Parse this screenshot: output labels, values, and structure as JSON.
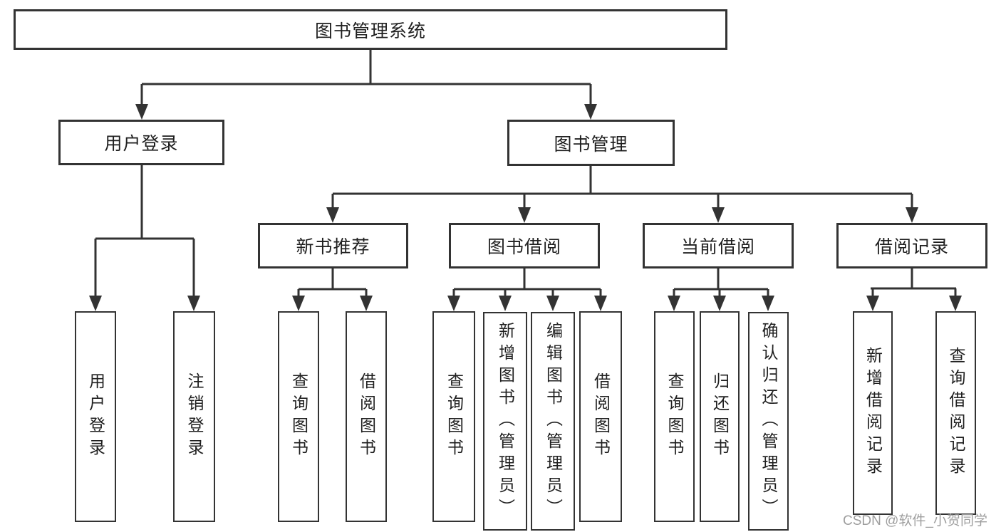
{
  "diagram": {
    "root": "图书管理系统",
    "branches": [
      {
        "label": "用户登录",
        "leaves": [
          "用户登录",
          "注销登录"
        ]
      },
      {
        "label": "图书管理",
        "groups": [
          {
            "label": "新书推荐",
            "leaves": [
              "查询图书",
              "借阅图书"
            ]
          },
          {
            "label": "图书借阅",
            "leaves": [
              "查询图书",
              "新增图书（管理员）",
              "编辑图书（管理员）",
              "借阅图书"
            ]
          },
          {
            "label": "当前借阅",
            "leaves": [
              "查询图书",
              "归还图书",
              "确认归还（管理员）"
            ]
          },
          {
            "label": "借阅记录",
            "leaves": [
              "新增借阅记录",
              "查询借阅记录"
            ]
          }
        ]
      }
    ]
  },
  "watermark": "CSDN @软件_小贺同学",
  "colors": {
    "line": "#333333",
    "text": "#1f1f1f",
    "box_fill": "#ffffff",
    "watermark": "#9e9e9e",
    "background": "#ffffff"
  }
}
